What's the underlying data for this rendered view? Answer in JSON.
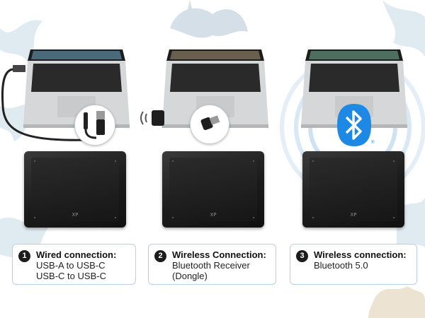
{
  "connections": [
    {
      "number": "1",
      "title": "Wired connection:",
      "lines": [
        "USB-A to USB-C",
        "USB-C to USB-C"
      ]
    },
    {
      "number": "2",
      "title": "Wireless Connection:",
      "lines": [
        "Bluetooth Receiver",
        "(Dongle)"
      ]
    },
    {
      "number": "3",
      "title": "Wireless connection:",
      "lines": [
        "Bluetooth 5.0"
      ]
    }
  ],
  "tablet_logo": "XP",
  "bluetooth_mark": "®",
  "colors": {
    "accent": "#1e88e5",
    "caption_border": "#b9cfe3",
    "tablet": "#1b1b1b"
  }
}
